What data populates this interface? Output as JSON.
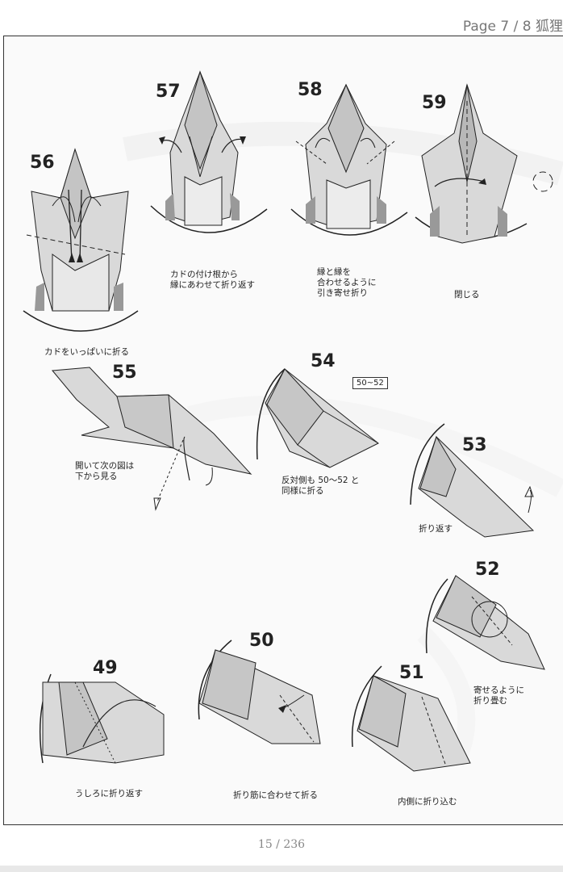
{
  "header": {
    "page_indicator": "Page 7 / 8 狐狸"
  },
  "steps": {
    "s56": {
      "num": "56",
      "caption": [
        "カドをいっぱいに折る"
      ]
    },
    "s57": {
      "num": "57",
      "caption": [
        "カドの付け根から",
        "縁にあわせて折り返す"
      ]
    },
    "s58": {
      "num": "58",
      "caption": [
        "縁と縁を",
        "合わせるように",
        "引き寄せ折り"
      ]
    },
    "s59": {
      "num": "59",
      "caption": [
        "閉じる"
      ]
    },
    "s55": {
      "num": "55",
      "caption": [
        "開いて次の図は",
        "下から見る"
      ]
    },
    "s54": {
      "num": "54",
      "ref": "50~52",
      "caption": [
        "反対側も 50～52 と",
        "同様に折る"
      ]
    },
    "s53": {
      "num": "53",
      "caption": [
        "折り返す"
      ]
    },
    "s52": {
      "num": "52",
      "caption": [
        "寄せるように",
        "折り畳む"
      ]
    },
    "s49": {
      "num": "49",
      "caption": [
        "うしろに折り返す"
      ]
    },
    "s50": {
      "num": "50",
      "caption": [
        "折り筋に合わせて折る"
      ]
    },
    "s51": {
      "num": "51",
      "caption": [
        "内側に折り込む"
      ]
    }
  },
  "footer": {
    "page_counter": "15 / 236"
  }
}
